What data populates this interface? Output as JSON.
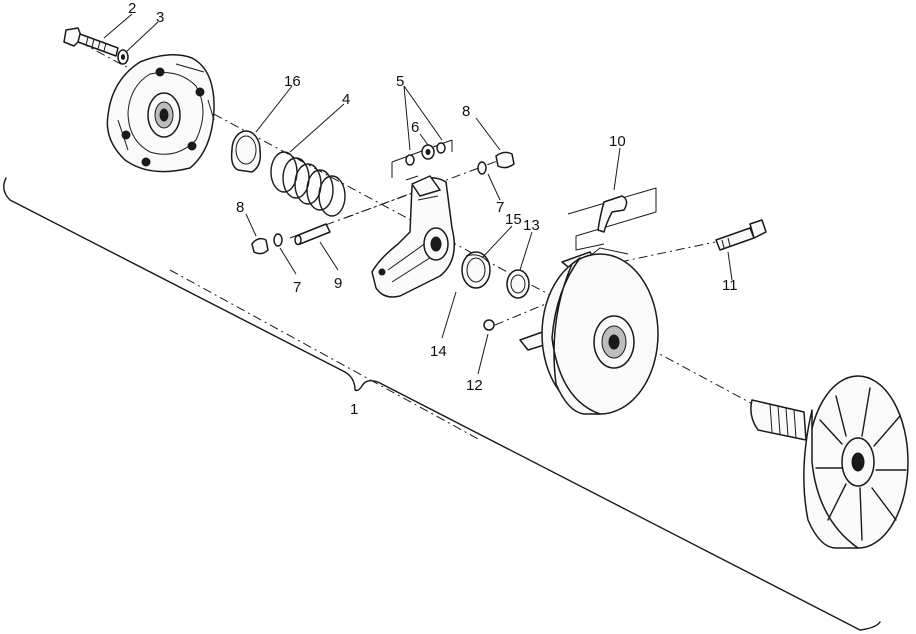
{
  "callouts": [
    {
      "id": "c1",
      "text": "1"
    },
    {
      "id": "c2",
      "text": "2"
    },
    {
      "id": "c3",
      "text": "3"
    },
    {
      "id": "c4",
      "text": "4"
    },
    {
      "id": "c5",
      "text": "5"
    },
    {
      "id": "c6",
      "text": "6"
    },
    {
      "id": "c7a",
      "text": "7"
    },
    {
      "id": "c7b",
      "text": "7"
    },
    {
      "id": "c8a",
      "text": "8"
    },
    {
      "id": "c8b",
      "text": "8"
    },
    {
      "id": "c9",
      "text": "9"
    },
    {
      "id": "c10",
      "text": "10"
    },
    {
      "id": "c11",
      "text": "11"
    },
    {
      "id": "c12",
      "text": "12"
    },
    {
      "id": "c13",
      "text": "13"
    },
    {
      "id": "c14",
      "text": "14"
    },
    {
      "id": "c15",
      "text": "15"
    },
    {
      "id": "c16",
      "text": "16"
    }
  ]
}
